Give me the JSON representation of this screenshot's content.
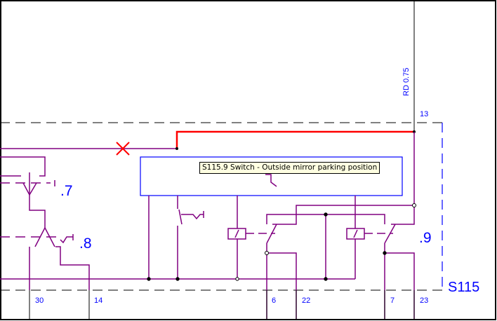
{
  "component": {
    "id": "S115",
    "wire_label": "RD 0.75",
    "wire_terminal": "13"
  },
  "contacts": [
    ".7",
    ".8",
    ".9"
  ],
  "terminals": [
    "30",
    "14",
    "6",
    "22",
    "7",
    "23"
  ],
  "tooltip": "S115.9 Switch - Outside mirror parking position",
  "colors": {
    "wire": "#800080",
    "highlight": "#ff0000",
    "label": "#0000ff"
  }
}
